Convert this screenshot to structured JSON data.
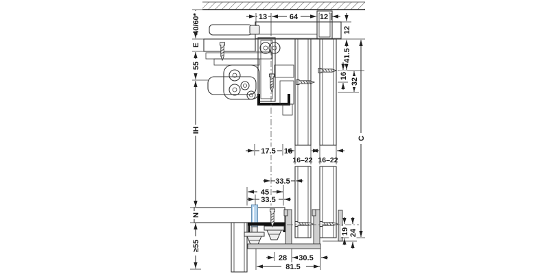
{
  "drawing": {
    "type": "technical-section-folding-door-fitting",
    "colors": {
      "line": "#2b2b2b",
      "fill_light": "#ededed",
      "profile_gray": "#cfcfcf",
      "highlight_blue": "#b5d3ec",
      "background": "#ffffff"
    },
    "dims": {
      "top": {
        "a": "13",
        "b": "64",
        "c": "12"
      },
      "right": {
        "a": "12",
        "b": "41.5",
        "c": "16",
        "d": "32",
        "e": "C"
      },
      "left": {
        "a": "40/60*",
        "b": "E",
        "c": "55",
        "d": "IH",
        "e": "N",
        "f": "≥55"
      },
      "middle": {
        "a": "17.5",
        "b": "16",
        "p1": "16–22",
        "p2": "16–22"
      },
      "center": {
        "a": "33.5",
        "b": "45",
        "c": "33.5"
      },
      "lowerright": {
        "a": "19",
        "b": "24"
      },
      "bottom": {
        "a": "28",
        "b": "30.5",
        "c": "81.5"
      }
    }
  }
}
